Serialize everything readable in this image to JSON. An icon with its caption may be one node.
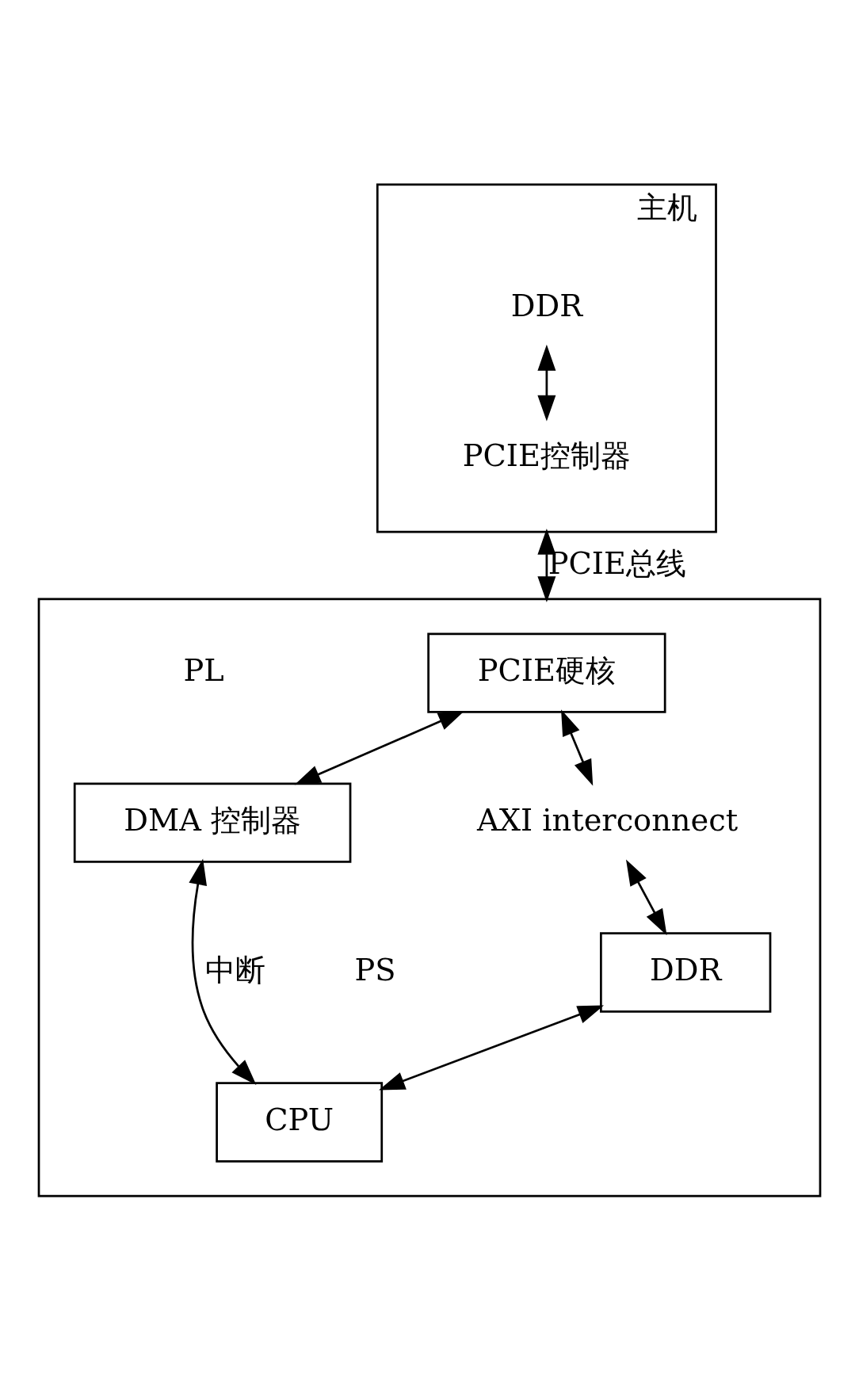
{
  "diagram": {
    "nodes": [
      {
        "text": [
          "主机"
        ]
      },
      {
        "text": [
          "DDR"
        ],
        "in": 0
      },
      {
        "text": [
          "PCIE控制器"
        ],
        "in": 0
      },
      {
        "text": [],
        "shape": "box"
      },
      {
        "text": [
          "PCIE硬核"
        ],
        "in": 3
      },
      {
        "text": [
          "DMA 控制器"
        ],
        "in": 3
      },
      {
        "text": [
          "AXI interconnect"
        ],
        "in": 3
      },
      {
        "text": [
          "DDR"
        ],
        "in": 3
      },
      {
        "text": [
          "CPU"
        ],
        "in": 3
      }
    ],
    "edges": [
      {
        "from": 1,
        "to": 2,
        "arrow": "both"
      },
      {
        "from": 0,
        "to": 3,
        "arrow": "both",
        "label": "PCIE总线"
      },
      {
        "from": 4,
        "to": 5,
        "arrow": "both"
      },
      {
        "from": 4,
        "to": 6,
        "arrow": "both"
      },
      {
        "from": 6,
        "to": 7,
        "arrow": "both"
      },
      {
        "from": 7,
        "to": 8,
        "arrow": "both"
      },
      {
        "from": 5,
        "to": 8,
        "arrow": "both",
        "label": "中断"
      }
    ],
    "labels": [
      "PL",
      "PS"
    ]
  }
}
